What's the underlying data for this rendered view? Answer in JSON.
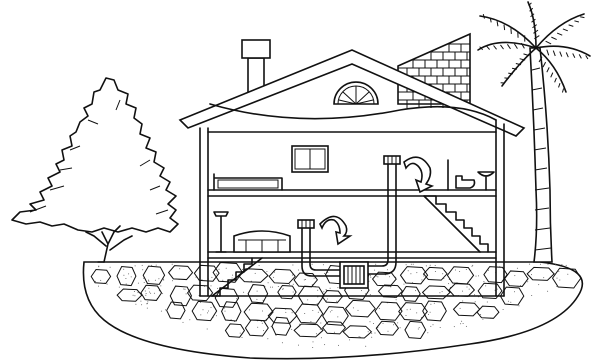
{
  "figure": {
    "kind": "line illustration",
    "background": "#ffffff",
    "ink": "#111111",
    "elements": [
      "deciduous-tree",
      "palm-tree",
      "house",
      "chimney",
      "brick-wall",
      "arched-window",
      "upper-window",
      "bed",
      "floor-lamp",
      "living-room-sofa",
      "toilet",
      "sink",
      "staircase-upper",
      "staircase-lower",
      "supply-vent-upper",
      "supply-vent-lower",
      "airflow-arrow-upper",
      "airflow-arrow-lower",
      "duct",
      "radon-fan-unit",
      "stone-foundation"
    ]
  }
}
